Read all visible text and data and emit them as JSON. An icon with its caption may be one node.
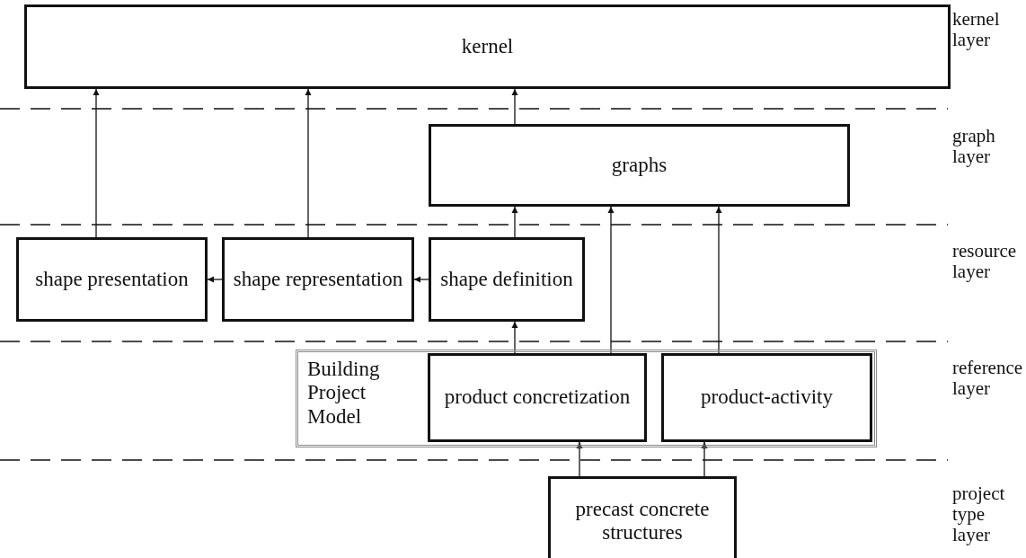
{
  "diagram": {
    "nodes": [
      {
        "text": [
          "kernel"
        ]
      },
      {
        "text": [
          "graphs"
        ]
      },
      {
        "text": [
          "shape presentation"
        ]
      },
      {
        "text": [
          "shape representation"
        ]
      },
      {
        "text": [
          "shape definition"
        ]
      },
      {
        "text": [
          "Building Project Model"
        ]
      },
      {
        "text": [
          "product concretization"
        ],
        "in": 5
      },
      {
        "text": [
          "product-activity"
        ],
        "in": 5
      },
      {
        "text": [
          "precast concrete structures"
        ]
      }
    ],
    "edges": [
      {
        "from": 2,
        "to": 0,
        "arrow": "to"
      },
      {
        "from": 3,
        "to": 0,
        "arrow": "to"
      },
      {
        "from": 1,
        "to": 0,
        "arrow": "to"
      },
      {
        "from": 4,
        "to": 1,
        "arrow": "to"
      },
      {
        "from": 6,
        "to": 1,
        "arrow": "to"
      },
      {
        "from": 7,
        "to": 1,
        "arrow": "to"
      },
      {
        "from": 4,
        "to": 3,
        "arrow": "to"
      },
      {
        "from": 3,
        "to": 2,
        "arrow": "to"
      },
      {
        "from": 6,
        "to": 4,
        "arrow": "to"
      },
      {
        "from": 8,
        "to": 6,
        "arrow": "to"
      },
      {
        "from": 8,
        "to": 7,
        "arrow": "to"
      }
    ],
    "labels": [
      "kernel layer",
      "graph layer",
      "resource layer",
      "reference layer",
      "project type layer"
    ]
  }
}
